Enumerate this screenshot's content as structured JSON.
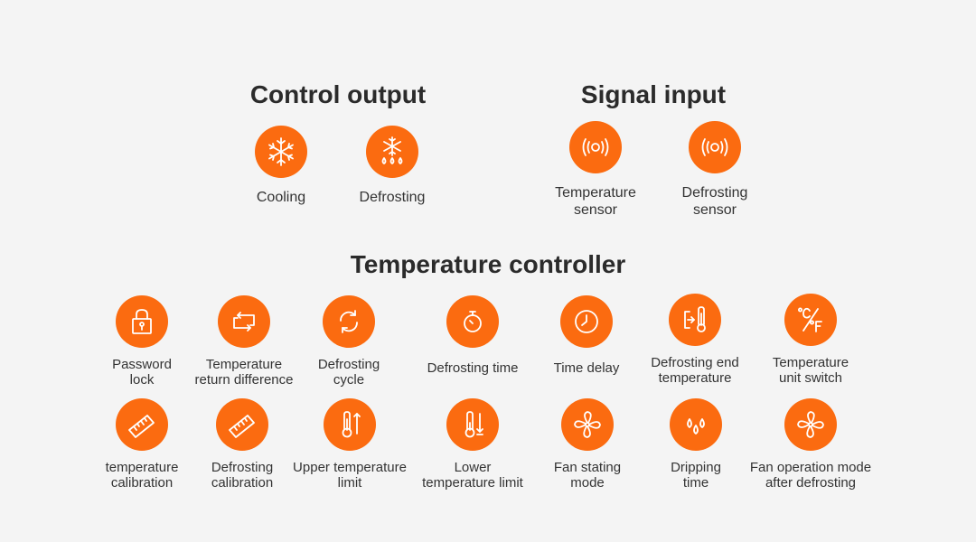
{
  "sections": {
    "control_output": "Control output",
    "signal_input": "Signal input",
    "temperature_controller": "Temperature controller"
  },
  "control_output": [
    {
      "label": "Cooling",
      "icon": "snowflake-icon"
    },
    {
      "label": "Defrosting",
      "icon": "snowflake-drops-icon"
    }
  ],
  "signal_input": [
    {
      "label": "Temperature\nsensor",
      "icon": "sensor-icon"
    },
    {
      "label": "Defrosting\nsensor",
      "icon": "sensor-icon"
    }
  ],
  "controller_row1": [
    {
      "label": "Password\nlock",
      "icon": "lock-icon"
    },
    {
      "label": "Temperature\nreturn difference",
      "icon": "return-arrows-icon"
    },
    {
      "label": "Defrosting\ncycle",
      "icon": "cycle-icon"
    },
    {
      "label": "Defrosting time",
      "icon": "stopwatch-icon"
    },
    {
      "label": "Time delay",
      "icon": "clock-icon"
    },
    {
      "label": "Defrosting end\ntemperature",
      "icon": "exit-thermometer-icon"
    },
    {
      "label": "Temperature\nunit switch",
      "icon": "celsius-fahrenheit-icon"
    }
  ],
  "controller_row2": [
    {
      "label": "temperature\ncalibration",
      "icon": "ruler-icon"
    },
    {
      "label": "Defrosting\ncalibration",
      "icon": "ruler-icon"
    },
    {
      "label": "Upper temperature\nlimit",
      "icon": "thermometer-up-icon"
    },
    {
      "label": "Lower\ntemperature limit",
      "icon": "thermometer-down-icon"
    },
    {
      "label": "Fan stating\nmode",
      "icon": "fan-icon"
    },
    {
      "label": "Dripping\ntime",
      "icon": "drops-icon"
    },
    {
      "label": "Fan operation mode\nafter defrosting",
      "icon": "fan-icon"
    }
  ],
  "colors": {
    "accent": "#fb6b10",
    "background": "#f4f4f4",
    "text": "#333333"
  }
}
